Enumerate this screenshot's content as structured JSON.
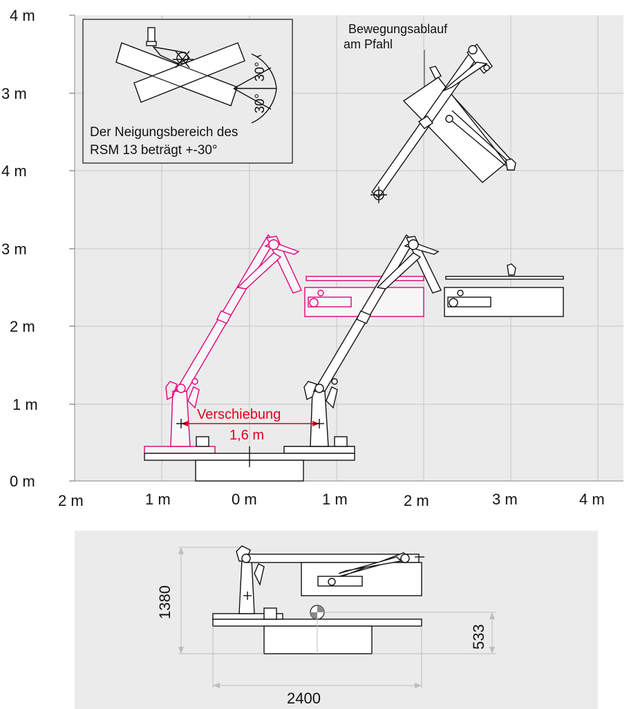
{
  "colors": {
    "panel_bg": "#ebebeb",
    "grid": "#c6c6c6",
    "machine_outline": "#111111",
    "ghost_outline": "#e0007a",
    "shift_annotation": "#e0001b"
  },
  "icons": [
    "crosshair-icon",
    "center-of-gravity-icon"
  ],
  "top_view": {
    "y_axis_labels": [
      "4 m",
      "3 m",
      "4 m",
      "3 m",
      "2 m",
      "1 m",
      "0 m"
    ],
    "x_axis_labels": [
      "2 m",
      "1 m",
      "0 m",
      "1 m",
      "2 m",
      "3 m",
      "4 m"
    ],
    "inset": {
      "angle_upper": "30°",
      "angle_lower": "30°",
      "caption_line1": "Der Neigungsbereich des",
      "caption_line2": "RSM 13 beträgt +-30°"
    },
    "motion_note": {
      "line1": "Bewegungsablauf",
      "line2": "am Pfahl"
    },
    "shift": {
      "label": "Verschiebung",
      "value": "1,6 m"
    }
  },
  "bottom_view": {
    "height_dimension": "1380",
    "cog_height_dimension": "533",
    "width_dimension": "2400"
  }
}
